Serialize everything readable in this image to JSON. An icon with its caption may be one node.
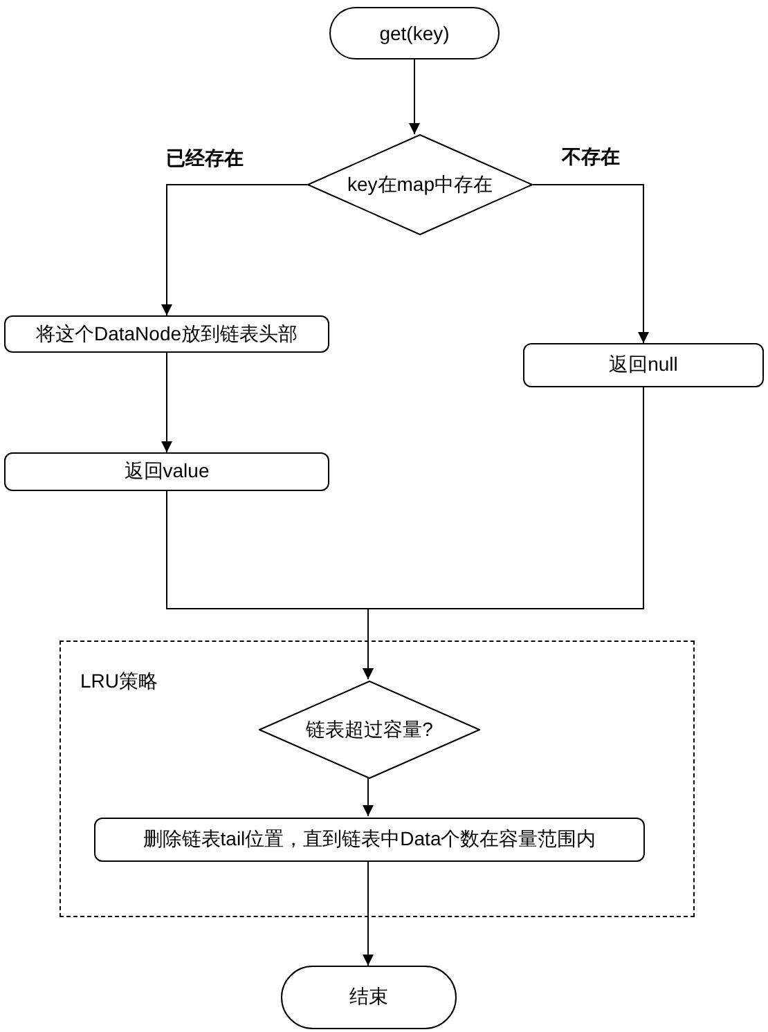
{
  "diagram": {
    "nodes": [
      {
        "text": [
          "get(key)"
        ]
      },
      {
        "text": [
          "key在map中存在"
        ]
      },
      {
        "text": [
          "将这个DataNode放到链表头部"
        ]
      },
      {
        "text": [
          "返回null"
        ]
      },
      {
        "text": [
          "返回value"
        ]
      },
      {
        "text": [
          "LRU策略"
        ]
      },
      {
        "text": [
          "链表超过容量?"
        ],
        "in": 5
      },
      {
        "text": [
          "删除链表tail位置，直到链表中Data个数在容量范围内"
        ],
        "in": 5
      },
      {
        "text": [
          "结束"
        ]
      }
    ],
    "edges": [
      {
        "from": 0,
        "to": 1,
        "arrow": "to"
      },
      {
        "from": 1,
        "to": 2,
        "arrow": "to",
        "label": "已经存在"
      },
      {
        "from": 1,
        "to": 3,
        "arrow": "to",
        "label": "不存在"
      },
      {
        "from": 2,
        "to": 4,
        "arrow": "to"
      },
      {
        "from": 4,
        "to": 6,
        "arrow": "to"
      },
      {
        "from": 3,
        "to": 6,
        "arrow": "to"
      },
      {
        "from": 6,
        "to": 7,
        "arrow": "to"
      },
      {
        "from": 7,
        "to": 8,
        "arrow": "to"
      }
    ]
  }
}
